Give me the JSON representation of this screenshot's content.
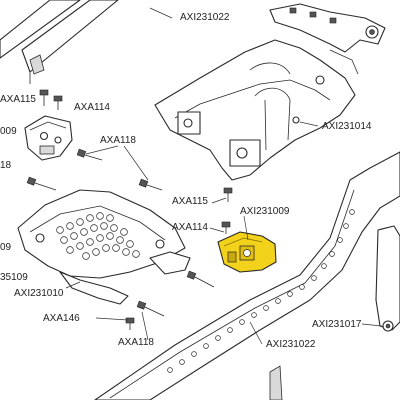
{
  "labels": {
    "axi231022_top": "AXI231022",
    "axa115_left": "AXA115",
    "axa114_left": "AXA114",
    "edge_009": "009",
    "axa118_top": "AXA118",
    "axi231014": "AXI231014",
    "edge_18": "18",
    "axa115_mid": "AXA115",
    "axi231009": "AXI231009",
    "axa114_mid": "AXA114",
    "edge_09": "09",
    "edge_35109": "35109",
    "axi231010": "AXI231010",
    "axa146": "AXA146",
    "axa118_bottom": "AXA118",
    "axi231017": "AXI231017",
    "axi231022_bottom": "AXI231022"
  },
  "colors": {
    "highlight": "#f2d21b",
    "line": "#2a2a2a",
    "background": "#ffffff"
  }
}
